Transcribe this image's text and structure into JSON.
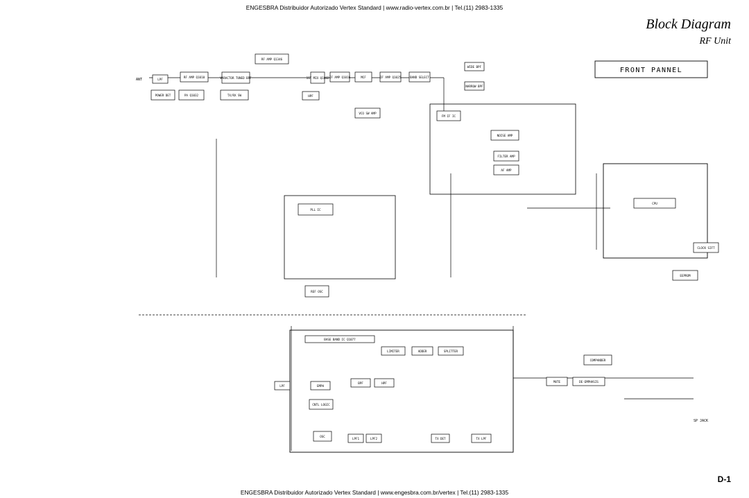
{
  "header": {
    "top_text": "ENGESBRA Distribuidor Autorizado Vertex Standard    |    www.radio-vertex.com.br    |    Tel.(11) 2983-1335",
    "bottom_text": "ENGESBRA Distribuidor Autorizado Vertex Standard    |    www.engesbra.com.br/vertex    |    Tel.(11) 2983-1335",
    "title": "Block Diagram",
    "subtitle": "RF Unit",
    "page_number": "D-1"
  },
  "front_panel": {
    "label": "FRONT PANNEL"
  },
  "blocks": [
    {
      "id": "rf-amp-1",
      "label": "RF AMP Q1346"
    },
    {
      "id": "lpf-in",
      "label": "LPF"
    },
    {
      "id": "rf-amp-q1010",
      "label": "RF AMP Q1010"
    },
    {
      "id": "varactor-tuned-bpf",
      "label": "VARACTOR TUNED BPF"
    },
    {
      "id": "mixer-1",
      "label": "1ST MIX Q1002"
    },
    {
      "id": "if-amp-1",
      "label": "IF AMP Q1016"
    },
    {
      "id": "mcf",
      "label": "MCF"
    },
    {
      "id": "if-amp-2",
      "label": "IF AMP Q1025"
    },
    {
      "id": "band-select",
      "label": "BAND SELECT"
    },
    {
      "id": "wide-bpf",
      "label": "WIDE BPF"
    },
    {
      "id": "narrow-bpf",
      "label": "NARROW BPF"
    },
    {
      "id": "power-det",
      "label": "POWER DET"
    },
    {
      "id": "pa",
      "label": "PA Q1032"
    },
    {
      "id": "tx-buff",
      "label": "TX/RX SW"
    },
    {
      "id": "hpf",
      "label": "HPF"
    },
    {
      "id": "vco-amp",
      "label": "VCO SW AMP"
    },
    {
      "id": "pll",
      "label": "PLL IC"
    },
    {
      "id": "ref-osc",
      "label": "REF OSC"
    },
    {
      "id": "fm-if",
      "label": "FM IF IC"
    },
    {
      "id": "noise-amp",
      "label": "NOISE AMP"
    },
    {
      "id": "filter-amp",
      "label": "FILTER AMP"
    },
    {
      "id": "af-amp",
      "label": "AF AMP"
    },
    {
      "id": "cpu",
      "label": "CPU"
    },
    {
      "id": "eeprom",
      "label": "EEPROM"
    },
    {
      "id": "clock-sift",
      "label": "CLOCK SIFT"
    },
    {
      "id": "dsp",
      "label": "BASE BAND IC Q1077"
    },
    {
      "id": "limiter",
      "label": "LIMITER"
    },
    {
      "id": "adder",
      "label": "ADDER"
    },
    {
      "id": "splitter",
      "label": "SPLITTER"
    },
    {
      "id": "compander",
      "label": "COMPANDER"
    },
    {
      "id": "de-emphasis",
      "label": "DE-EMPHASIS"
    },
    {
      "id": "mute",
      "label": "MUTE"
    },
    {
      "id": "bpf-rx",
      "label": "BPF"
    },
    {
      "id": "lpf-tx",
      "label": "LPF"
    },
    {
      "id": "hpf-tx",
      "label": "HPF"
    },
    {
      "id": "emph",
      "label": "EMPH"
    },
    {
      "id": "ctrl-logic",
      "label": "CNTL LOGIC"
    },
    {
      "id": "osc",
      "label": "OSC"
    },
    {
      "id": "lpf-1",
      "label": "LPF1"
    },
    {
      "id": "lpf-2",
      "label": "LPF2"
    },
    {
      "id": "tx-det",
      "label": "TX DET"
    },
    {
      "id": "tx-lpf",
      "label": "TX LPF"
    }
  ],
  "connectors": [
    {
      "id": "ant",
      "label": "ANT"
    },
    {
      "id": "sp-jack",
      "label": "SP JACK"
    }
  ]
}
